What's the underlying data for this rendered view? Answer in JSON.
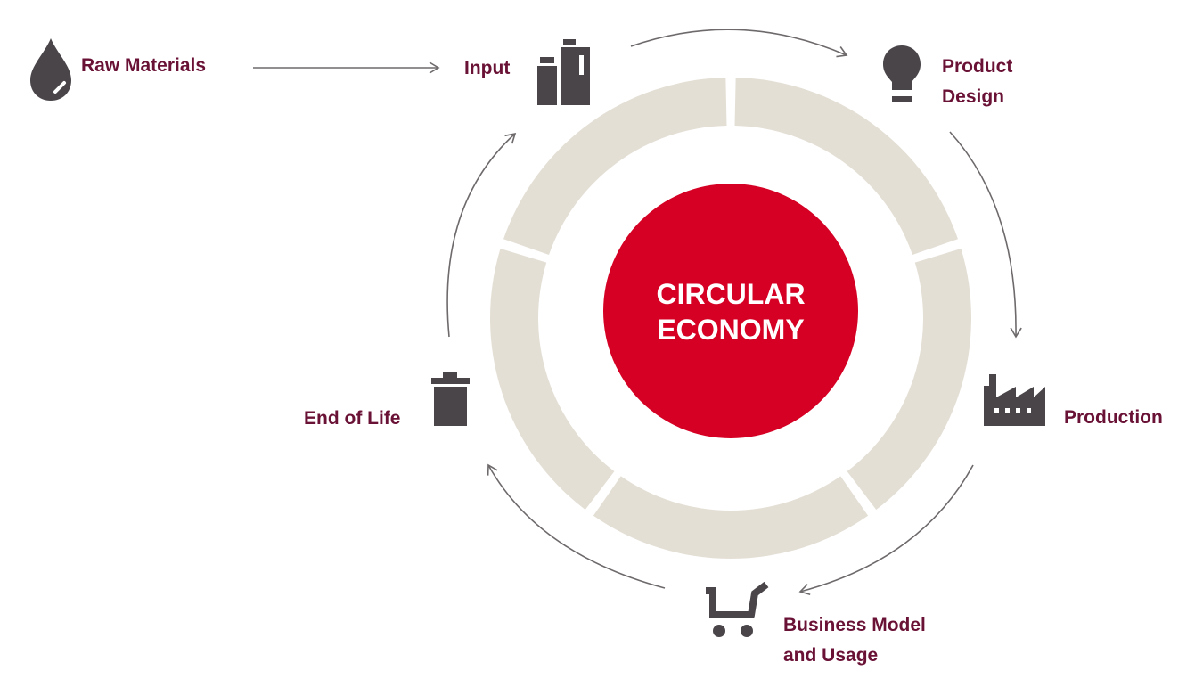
{
  "center": {
    "line1": "CIRCULAR",
    "line2": "ECONOMY"
  },
  "raw_materials": {
    "label": "Raw Materials",
    "icon": "drop-icon"
  },
  "stages": {
    "input": {
      "label": "Input",
      "icon": "bottles-icon"
    },
    "product_design": {
      "line1": "Product",
      "line2": "Design",
      "icon": "lightbulb-icon"
    },
    "production": {
      "label": "Production",
      "icon": "factory-icon"
    },
    "business_model": {
      "line1": "Business Model",
      "line2": "and Usage",
      "icon": "cart-icon"
    },
    "end_of_life": {
      "label": "End of Life",
      "icon": "trash-bin-icon"
    }
  },
  "colors": {
    "label": "#6a1236",
    "center": "#d50024",
    "ring": "#e4dfd5",
    "icon": "#4a4549",
    "arrow": "#6e6a6c"
  }
}
